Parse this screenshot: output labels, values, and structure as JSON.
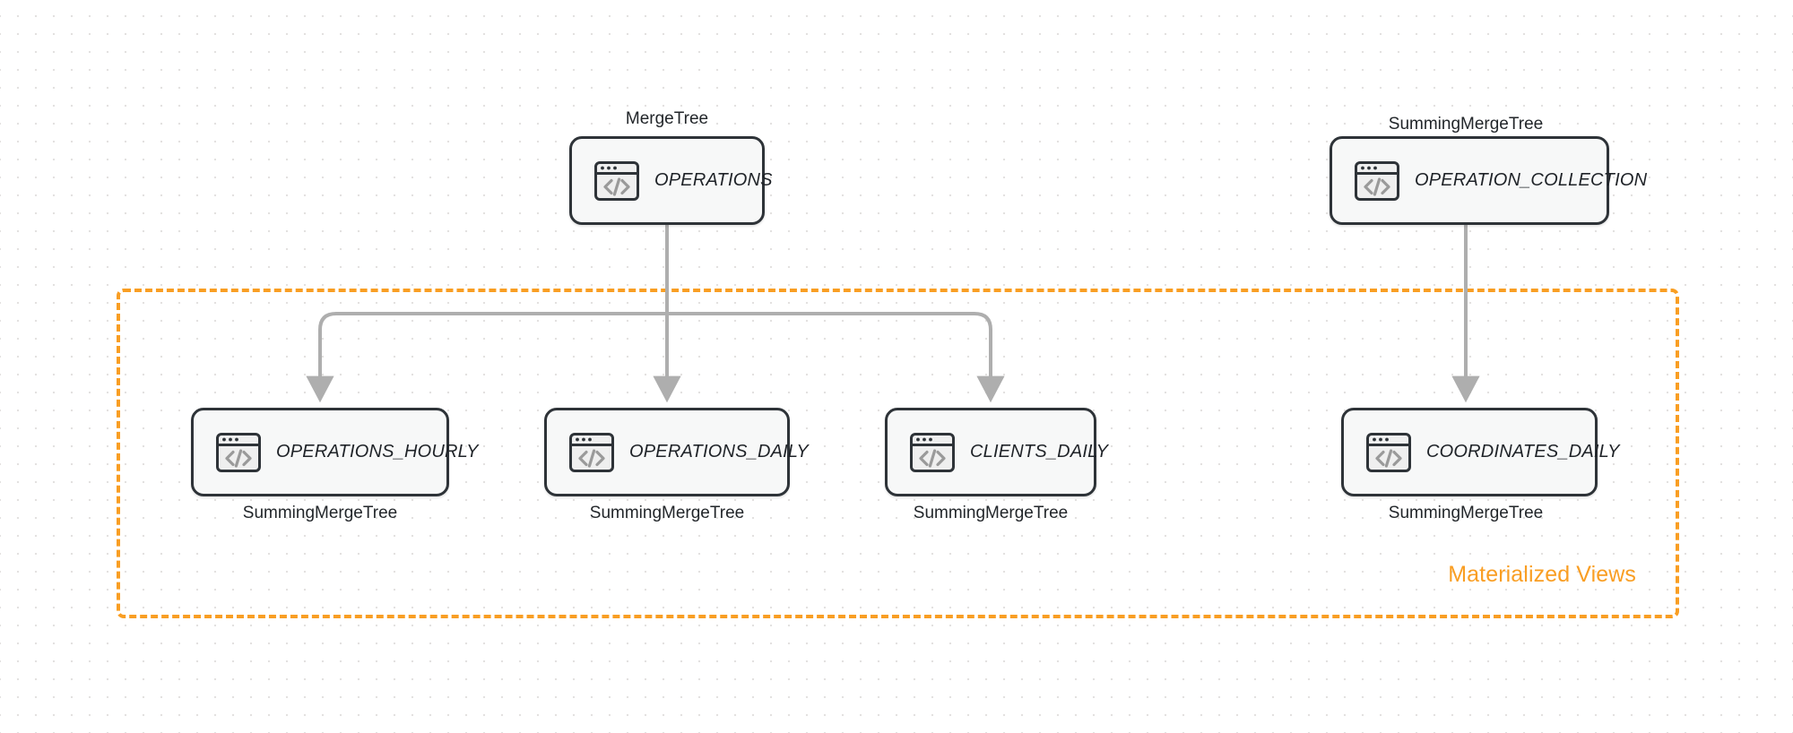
{
  "diagram": {
    "title": "ClickHouse table and materialized view lineage",
    "background": "#ffffff",
    "dot_grid_color": "#e3e1e0",
    "node_border_color": "#2e3338",
    "node_fill_color": "#f7f8f8",
    "edge_color": "#aeaeae",
    "group_accent_color": "#f99e23"
  },
  "group": {
    "label": "Materialized Views"
  },
  "nodes": [
    {
      "id": "operations",
      "label": "OPERATIONS",
      "engine": "MergeTree",
      "engine_position": "above",
      "icon": "code-window-icon"
    },
    {
      "id": "operation_collection",
      "label": "OPERATION_COLLECTION",
      "engine": "SummingMergeTree",
      "engine_position": "above",
      "icon": "code-window-icon"
    },
    {
      "id": "operations_hourly",
      "label": "OPERATIONS_HOURLY",
      "engine": "SummingMergeTree",
      "engine_position": "below",
      "icon": "code-window-icon"
    },
    {
      "id": "operations_daily",
      "label": "OPERATIONS_DAILY",
      "engine": "SummingMergeTree",
      "engine_position": "below",
      "icon": "code-window-icon"
    },
    {
      "id": "clients_daily",
      "label": "CLIENTS_DAILY",
      "engine": "SummingMergeTree",
      "engine_position": "below",
      "icon": "code-window-icon"
    },
    {
      "id": "coordinates_daily",
      "label": "COORDINATES_DAILY",
      "engine": "SummingMergeTree",
      "engine_position": "below",
      "icon": "code-window-icon"
    }
  ],
  "edges": [
    {
      "from": "operations",
      "to": "operations_hourly"
    },
    {
      "from": "operations",
      "to": "operations_daily"
    },
    {
      "from": "operations",
      "to": "clients_daily"
    },
    {
      "from": "operation_collection",
      "to": "coordinates_daily"
    }
  ]
}
